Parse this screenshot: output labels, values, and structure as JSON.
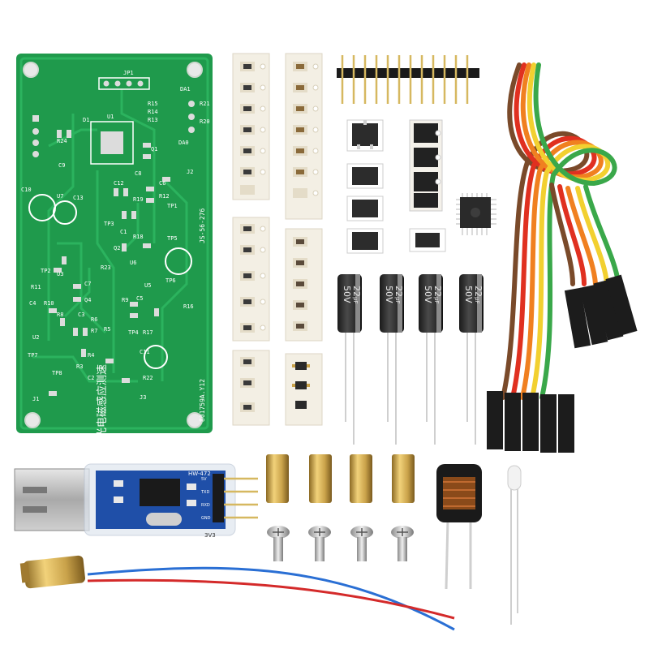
{
  "pcb": {
    "component_labels": [
      "JP1",
      "U1",
      "D1",
      "R24",
      "Q1",
      "R13",
      "R14",
      "R15",
      "DA1",
      "R21",
      "DA0",
      "R20",
      "C9",
      "C8",
      "C10",
      "J2",
      "C13",
      "U7",
      "C12",
      "R12",
      "C6",
      "TP1",
      "TP3",
      "C1",
      "R19",
      "R18",
      "Q2",
      "TP2",
      "U3",
      "C7",
      "R11",
      "C4",
      "R10",
      "R8",
      "C3",
      "Q4",
      "R9",
      "C5",
      "TP6",
      "C2",
      "R3",
      "R4",
      "R7",
      "R6",
      "R5",
      "U2",
      "TP7",
      "TP8",
      "TP4",
      "R17",
      "R16",
      "C11",
      "R22",
      "J1",
      "J3",
      "U6",
      "R23",
      "U5",
      "TP5"
    ],
    "board_id": "JS-56-276",
    "serial": "801759A.Y12",
    "title_cn": "光电磁感应测速"
  },
  "capacitors": {
    "marking_value": "22",
    "marking_unit": "μF",
    "marking_voltage": "50V"
  },
  "usb_module": {
    "label_top": "HW-472",
    "label_bottom": "3V3",
    "pin_labels": [
      "5V",
      "TXD",
      "RXD",
      "GND"
    ]
  },
  "colors": {
    "pcb_green": "#1f9a4c",
    "trace_green": "#2bb35e",
    "silkscreen": "#ffffff",
    "usb_board_blue": "#1f4fa8",
    "brass": "#c9a24a",
    "ribbon": [
      "#7a4a2a",
      "#e03020",
      "#f08020",
      "#f2d030",
      "#3aa84a"
    ],
    "wire_red": "#d42a2a",
    "wire_blue": "#2a6fd4"
  }
}
